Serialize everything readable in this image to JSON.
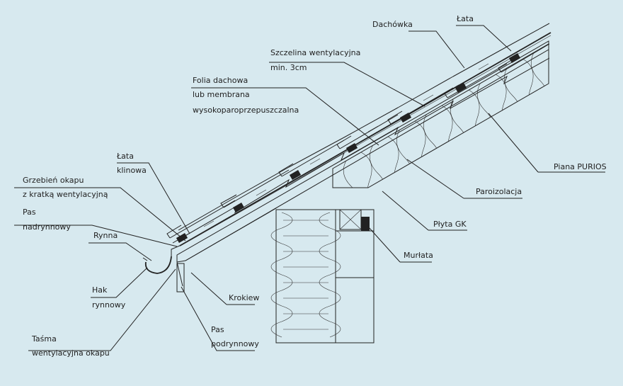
{
  "labels": {
    "dachowka": "Dachówka",
    "lata_top": "Łata",
    "szczelina_1": "Szczelina wentylacyjna",
    "szczelina_2": "min. 3cm",
    "folia_1": "Folia dachowa",
    "folia_2": "lub membrana",
    "folia_3": "wysokoparoprzepuszczalna",
    "lata_klinowa_1": "Łata",
    "lata_klinowa_2": "klinowa",
    "grzebien_1": "Grzebień okapu",
    "grzebien_2": "z kratką wentylacyjną",
    "pas_nad_1": "Pas",
    "pas_nad_2": "nadrynnowy",
    "rynna": "Rynna",
    "hak_1": "Hak",
    "hak_2": "rynnowy",
    "tasma_1": "Taśma",
    "tasma_2": "wentylacyjna okapu",
    "pas_pod_1": "Pas",
    "pas_pod_2": "podrynnowy",
    "krokiew": "Krokiew",
    "murlata": "Murłata",
    "plyta": "Płyta GK",
    "paroizolacja": "Paroizolacja",
    "piana": "Piana PURIOS"
  }
}
